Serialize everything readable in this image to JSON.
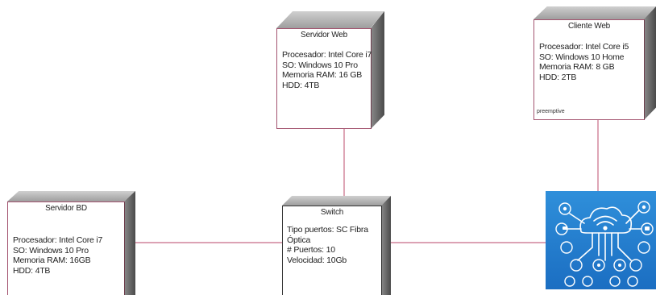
{
  "nodes": {
    "servidor_web": {
      "title": "Servidor Web",
      "props": [
        "Procesador: Intel Core i7",
        "SO: Windows 10 Pro",
        "Memoria RAM: 16 GB",
        "HDD: 4TB"
      ]
    },
    "cliente_web": {
      "title": "Cliente Web",
      "props": [
        "Procesador: Intel Core i5",
        "SO: Windows 10 Home",
        "Memoria RAM: 8 GB",
        "HDD: 2TB"
      ],
      "stereotype": "preemptive"
    },
    "servidor_bd": {
      "title": "Servidor BD",
      "props": [
        "Procesador: Intel Core i7",
        "SO: Windows 10 Pro",
        "Memoria RAM: 16GB",
        "HDD: 4TB"
      ]
    },
    "switch": {
      "title": "Switch",
      "props": [
        "Tipo puertos: SC Fibra",
        "Óptica",
        "# Puertos: 10",
        "Velocidad: 10Gb"
      ]
    }
  },
  "cloud_icon": {
    "name": "cloud-network-icon",
    "background": "#1b6ec2",
    "foreground": "#ffffff"
  },
  "colors": {
    "node_border": "#a3536f",
    "node_shade_top": "#b3b3b3",
    "node_shade_side": "#6e6e6e",
    "link": "#c76b86"
  }
}
